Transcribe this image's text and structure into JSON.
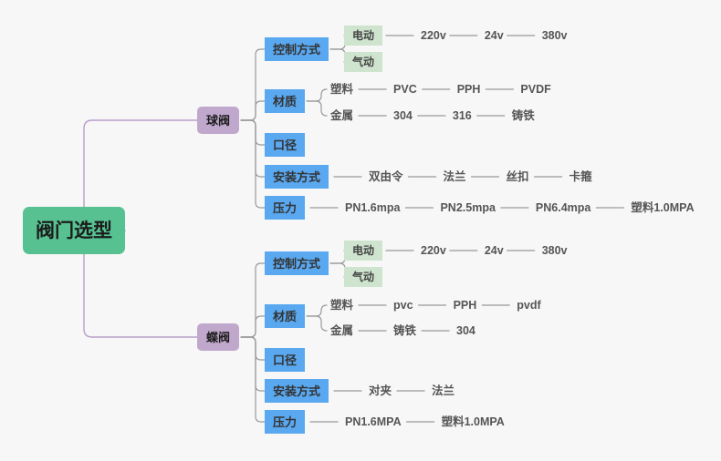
{
  "colors": {
    "background": "#f7f7f7",
    "root": "#57c191",
    "valve": "#c0a8cc",
    "category": "#5aa8f0",
    "tag": "#cfe4cf",
    "root_link": "#b99ec9",
    "link": "#999999",
    "text_dark": "#1b1b1b",
    "text_gray": "#555555"
  },
  "root": {
    "label": "阀门选型"
  },
  "branches": [
    {
      "label": "球阀",
      "categories": [
        {
          "label": "控制方式",
          "tags": [
            {
              "label": "电动",
              "leaves": [
                "220v",
                "24v",
                "380v"
              ]
            },
            {
              "label": "气动",
              "leaves": []
            }
          ]
        },
        {
          "label": "材质",
          "groups": [
            {
              "label": "塑料",
              "leaves": [
                "PVC",
                "PPH",
                "PVDF"
              ]
            },
            {
              "label": "金属",
              "leaves": [
                "304",
                "316",
                "铸铁"
              ]
            }
          ]
        },
        {
          "label": "口径",
          "leaves": []
        },
        {
          "label": "安装方式",
          "leaves": [
            "双由令",
            "法兰",
            "丝扣",
            "卡箍"
          ]
        },
        {
          "label": "压力",
          "leaves": [
            "PN1.6mpa",
            "PN2.5mpa",
            "PN6.4mpa",
            "塑料1.0MPA"
          ]
        }
      ]
    },
    {
      "label": "蝶阀",
      "categories": [
        {
          "label": "控制方式",
          "tags": [
            {
              "label": "电动",
              "leaves": [
                "220v",
                "24v",
                "380v"
              ]
            },
            {
              "label": "气动",
              "leaves": []
            }
          ]
        },
        {
          "label": "材质",
          "groups": [
            {
              "label": "塑料",
              "leaves": [
                "pvc",
                "PPH",
                "pvdf"
              ]
            },
            {
              "label": "金属",
              "leaves": [
                "铸铁",
                "304"
              ]
            }
          ]
        },
        {
          "label": "口径",
          "leaves": []
        },
        {
          "label": "安装方式",
          "leaves": [
            "对夹",
            "法兰"
          ]
        },
        {
          "label": "压力",
          "leaves": [
            "PN1.6MPA",
            "塑料1.0MPA"
          ]
        }
      ]
    }
  ]
}
